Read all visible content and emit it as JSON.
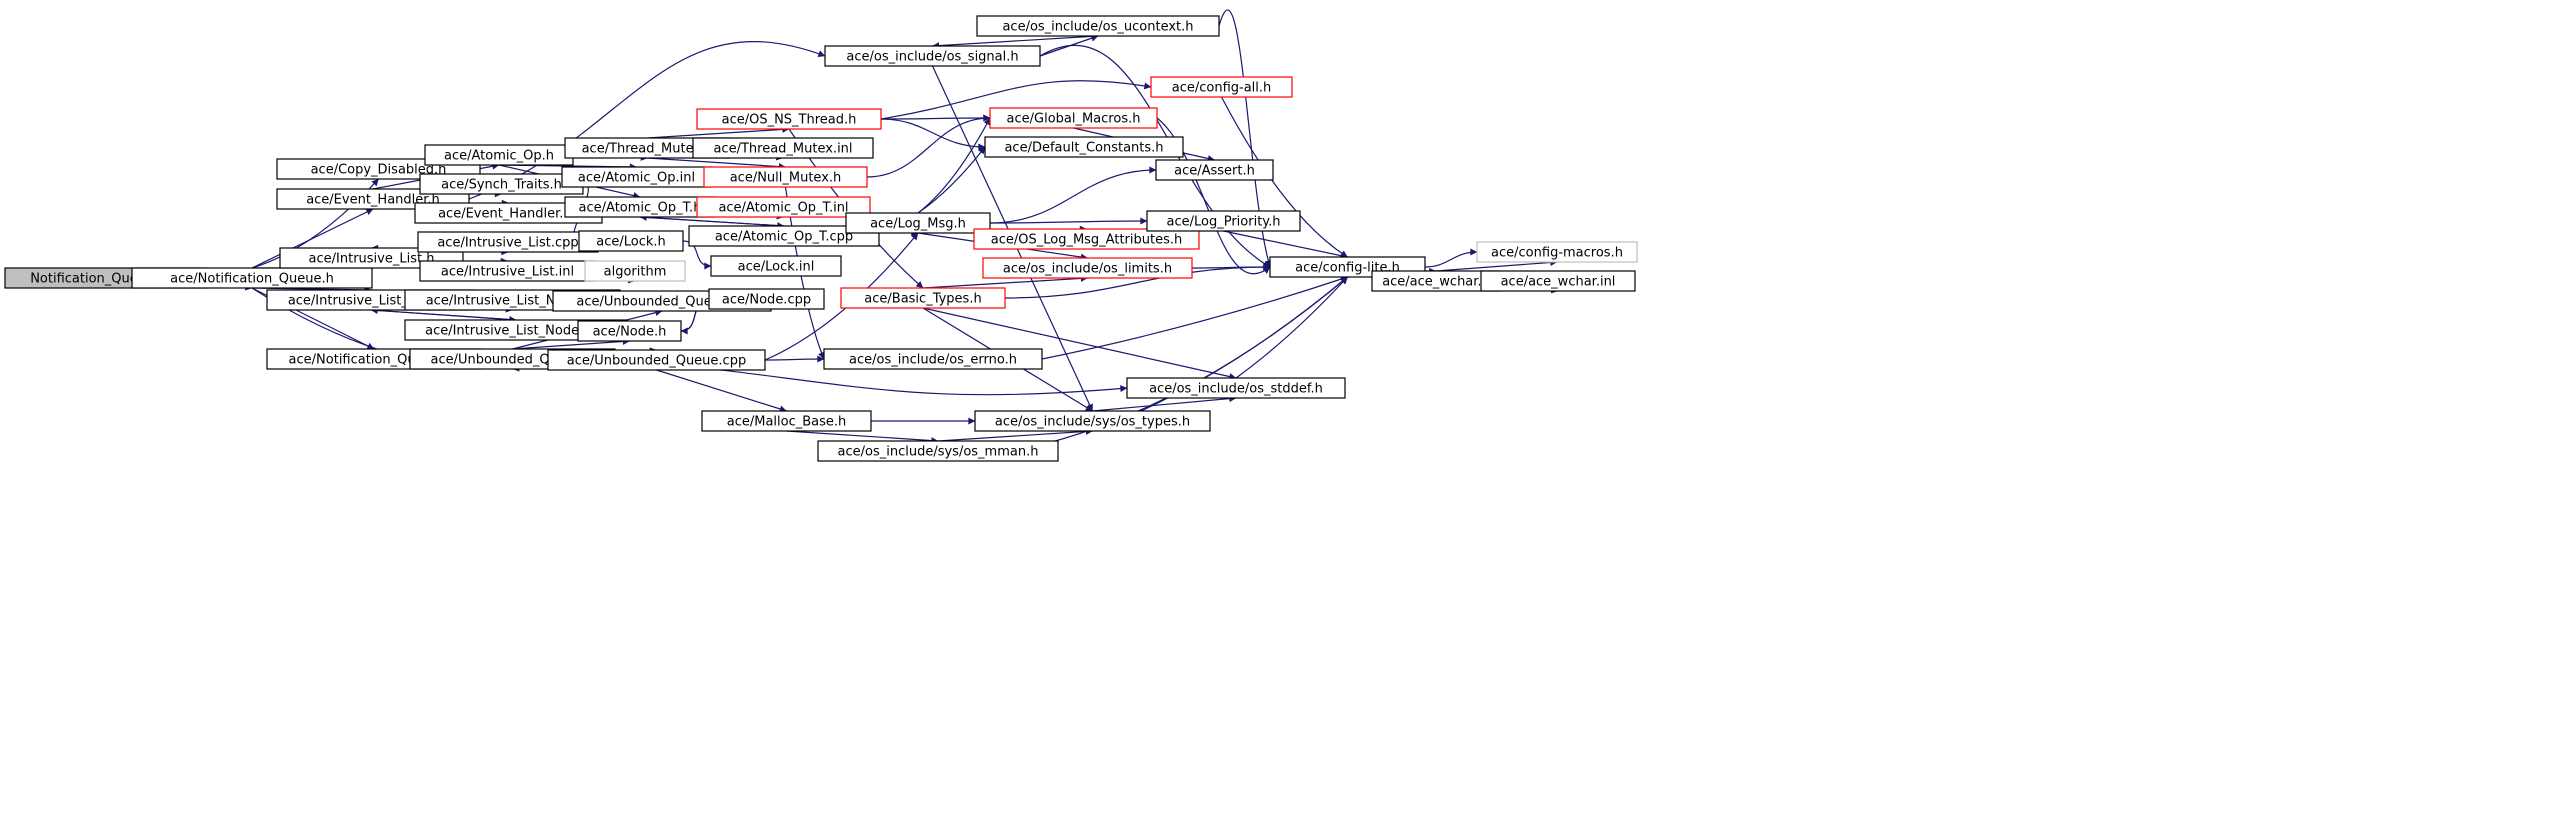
{
  "diagram": {
    "colors": {
      "edge": "#191970",
      "node_border": "#000000",
      "node_fill": "#ffffff",
      "root_fill": "#bfbfbf",
      "truncated_border": "#ff0000",
      "external_border": "#bfbfbf"
    },
    "nodes": [
      {
        "id": "notification_queue_cpp",
        "label": "Notification_Queue.cpp",
        "kind": "root"
      },
      {
        "id": "notification_queue_h",
        "label": "ace/Notification_Queue.h",
        "kind": "normal"
      },
      {
        "id": "copy_disabled_h",
        "label": "ace/Copy_Disabled.h",
        "kind": "normal"
      },
      {
        "id": "event_handler_h",
        "label": "ace/Event_Handler.h",
        "kind": "normal"
      },
      {
        "id": "intrusive_list_h",
        "label": "ace/Intrusive_List.h",
        "kind": "normal"
      },
      {
        "id": "intrusive_list_node_h",
        "label": "ace/Intrusive_List_Node.h",
        "kind": "normal"
      },
      {
        "id": "notification_queue_inl",
        "label": "ace/Notification_Queue.inl",
        "kind": "normal"
      },
      {
        "id": "atomic_op_h",
        "label": "ace/Atomic_Op.h",
        "kind": "normal"
      },
      {
        "id": "synch_traits_h",
        "label": "ace/Synch_Traits.h",
        "kind": "normal"
      },
      {
        "id": "event_handler_inl",
        "label": "ace/Event_Handler.inl",
        "kind": "normal"
      },
      {
        "id": "intrusive_list_cpp",
        "label": "ace/Intrusive_List.cpp",
        "kind": "normal"
      },
      {
        "id": "intrusive_list_inl",
        "label": "ace/Intrusive_List.inl",
        "kind": "normal"
      },
      {
        "id": "intrusive_list_node_inl",
        "label": "ace/Intrusive_List_Node.inl",
        "kind": "normal"
      },
      {
        "id": "intrusive_list_node_cpp",
        "label": "ace/Intrusive_List_Node.cpp",
        "kind": "normal"
      },
      {
        "id": "unbounded_queue_h",
        "label": "ace/Unbounded_Queue.h",
        "kind": "normal"
      },
      {
        "id": "os_signal_h",
        "label": "ace/os_include/os_signal.h",
        "kind": "normal"
      },
      {
        "id": "thread_mutex_h",
        "label": "ace/Thread_Mutex.h",
        "kind": "normal"
      },
      {
        "id": "atomic_op_inl",
        "label": "ace/Atomic_Op.inl",
        "kind": "normal"
      },
      {
        "id": "atomic_op_t_h",
        "label": "ace/Atomic_Op_T.h",
        "kind": "normal"
      },
      {
        "id": "lock_h",
        "label": "ace/Lock.h",
        "kind": "normal"
      },
      {
        "id": "algorithm",
        "label": "algorithm",
        "kind": "external"
      },
      {
        "id": "unbounded_queue_inl",
        "label": "ace/Unbounded_Queue.inl",
        "kind": "normal"
      },
      {
        "id": "node_h",
        "label": "ace/Node.h",
        "kind": "normal"
      },
      {
        "id": "unbounded_queue_cpp",
        "label": "ace/Unbounded_Queue.cpp",
        "kind": "normal"
      },
      {
        "id": "os_ns_thread_h",
        "label": "ace/OS_NS_Thread.h",
        "kind": "truncated"
      },
      {
        "id": "thread_mutex_inl",
        "label": "ace/Thread_Mutex.inl",
        "kind": "normal"
      },
      {
        "id": "null_mutex_h",
        "label": "ace/Null_Mutex.h",
        "kind": "truncated"
      },
      {
        "id": "atomic_op_t_inl",
        "label": "ace/Atomic_Op_T.inl",
        "kind": "truncated"
      },
      {
        "id": "atomic_op_t_cpp",
        "label": "ace/Atomic_Op_T.cpp",
        "kind": "normal"
      },
      {
        "id": "lock_inl",
        "label": "ace/Lock.inl",
        "kind": "normal"
      },
      {
        "id": "node_cpp",
        "label": "ace/Node.cpp",
        "kind": "normal"
      },
      {
        "id": "malloc_base_h",
        "label": "ace/Malloc_Base.h",
        "kind": "normal"
      },
      {
        "id": "os_ucontext_h",
        "label": "ace/os_include/os_ucontext.h",
        "kind": "normal"
      },
      {
        "id": "log_msg_h",
        "label": "ace/Log_Msg.h",
        "kind": "normal"
      },
      {
        "id": "basic_types_h",
        "label": "ace/Basic_Types.h",
        "kind": "truncated"
      },
      {
        "id": "os_errno_h",
        "label": "ace/os_include/os_errno.h",
        "kind": "normal"
      },
      {
        "id": "config_all_h",
        "label": "ace/config-all.h",
        "kind": "truncated"
      },
      {
        "id": "global_macros_h",
        "label": "ace/Global_Macros.h",
        "kind": "truncated"
      },
      {
        "id": "default_constants_h",
        "label": "ace/Default_Constants.h",
        "kind": "normal"
      },
      {
        "id": "os_log_msg_attributes_h",
        "label": "ace/OS_Log_Msg_Attributes.h",
        "kind": "truncated"
      },
      {
        "id": "os_limits_h",
        "label": "ace/os_include/os_limits.h",
        "kind": "truncated"
      },
      {
        "id": "os_sys_types_h",
        "label": "ace/os_include/sys/os_types.h",
        "kind": "normal"
      },
      {
        "id": "os_sys_mman_h",
        "label": "ace/os_include/sys/os_mman.h",
        "kind": "normal"
      },
      {
        "id": "assert_h",
        "label": "ace/Assert.h",
        "kind": "normal"
      },
      {
        "id": "log_priority_h",
        "label": "ace/Log_Priority.h",
        "kind": "normal"
      },
      {
        "id": "os_stddef_h",
        "label": "ace/os_include/os_stddef.h",
        "kind": "normal"
      },
      {
        "id": "config_lite_h",
        "label": "ace/config-lite.h",
        "kind": "normal"
      },
      {
        "id": "ace_wchar_h",
        "label": "ace/ace_wchar.h",
        "kind": "normal"
      },
      {
        "id": "config_macros_h",
        "label": "ace/config-macros.h",
        "kind": "external"
      },
      {
        "id": "ace_wchar_inl",
        "label": "ace/ace_wchar.inl",
        "kind": "normal"
      }
    ],
    "edges": [
      {
        "from": "notification_queue_cpp",
        "to": "notification_queue_h"
      },
      {
        "from": "notification_queue_h",
        "to": "copy_disabled_h"
      },
      {
        "from": "notification_queue_h",
        "to": "event_handler_h"
      },
      {
        "from": "notification_queue_h",
        "to": "intrusive_list_h"
      },
      {
        "from": "notification_queue_h",
        "to": "intrusive_list_node_h"
      },
      {
        "from": "notification_queue_h",
        "to": "notification_queue_inl"
      },
      {
        "from": "notification_queue_h",
        "to": "unbounded_queue_h"
      },
      {
        "from": "event_handler_h",
        "to": "atomic_op_h"
      },
      {
        "from": "event_handler_h",
        "to": "synch_traits_h"
      },
      {
        "from": "event_handler_h",
        "to": "event_handler_inl"
      },
      {
        "from": "event_handler_h",
        "to": "os_signal_h"
      },
      {
        "from": "intrusive_list_h",
        "to": "intrusive_list_cpp"
      },
      {
        "from": "intrusive_list_cpp",
        "to": "intrusive_list_h"
      },
      {
        "from": "intrusive_list_h",
        "to": "intrusive_list_inl"
      },
      {
        "from": "intrusive_list_inl",
        "to": "algorithm"
      },
      {
        "from": "intrusive_list_node_h",
        "to": "intrusive_list_node_inl"
      },
      {
        "from": "intrusive_list_node_h",
        "to": "intrusive_list_node_cpp"
      },
      {
        "from": "intrusive_list_node_cpp",
        "to": "intrusive_list_node_h"
      },
      {
        "from": "atomic_op_h",
        "to": "thread_mutex_h"
      },
      {
        "from": "atomic_op_h",
        "to": "atomic_op_inl"
      },
      {
        "from": "atomic_op_h",
        "to": "atomic_op_t_h"
      },
      {
        "from": "synch_traits_h",
        "to": "lock_h"
      },
      {
        "from": "lock_h",
        "to": "lock_inl"
      },
      {
        "from": "thread_mutex_h",
        "to": "os_ns_thread_h"
      },
      {
        "from": "thread_mutex_h",
        "to": "thread_mutex_inl"
      },
      {
        "from": "thread_mutex_h",
        "to": "null_mutex_h"
      },
      {
        "from": "atomic_op_t_h",
        "to": "atomic_op_t_inl"
      },
      {
        "from": "atomic_op_t_h",
        "to": "atomic_op_t_cpp"
      },
      {
        "from": "atomic_op_t_cpp",
        "to": "atomic_op_t_h"
      },
      {
        "from": "atomic_op_t_cpp",
        "to": "log_msg_h"
      },
      {
        "from": "unbounded_queue_h",
        "to": "unbounded_queue_inl"
      },
      {
        "from": "unbounded_queue_h",
        "to": "node_h"
      },
      {
        "from": "unbounded_queue_h",
        "to": "unbounded_queue_cpp"
      },
      {
        "from": "unbounded_queue_cpp",
        "to": "unbounded_queue_h"
      },
      {
        "from": "unbounded_queue_h",
        "to": "os_stddef_h"
      },
      {
        "from": "node_h",
        "to": "node_cpp"
      },
      {
        "from": "node_cpp",
        "to": "node_h"
      },
      {
        "from": "unbounded_queue_cpp",
        "to": "malloc_base_h"
      },
      {
        "from": "unbounded_queue_cpp",
        "to": "log_msg_h"
      },
      {
        "from": "unbounded_queue_cpp",
        "to": "os_errno_h"
      },
      {
        "from": "os_signal_h",
        "to": "os_ucontext_h"
      },
      {
        "from": "os_ucontext_h",
        "to": "os_signal_h"
      },
      {
        "from": "os_signal_h",
        "to": "config_lite_h"
      },
      {
        "from": "os_signal_h",
        "to": "os_sys_types_h"
      },
      {
        "from": "os_ucontext_h",
        "to": "config_lite_h"
      },
      {
        "from": "os_ns_thread_h",
        "to": "config_all_h"
      },
      {
        "from": "os_ns_thread_h",
        "to": "global_macros_h"
      },
      {
        "from": "os_ns_thread_h",
        "to": "default_constants_h"
      },
      {
        "from": "os_ns_thread_h",
        "to": "basic_types_h"
      },
      {
        "from": "null_mutex_h",
        "to": "global_macros_h"
      },
      {
        "from": "null_mutex_h",
        "to": "os_errno_h"
      },
      {
        "from": "log_msg_h",
        "to": "global_macros_h"
      },
      {
        "from": "log_msg_h",
        "to": "default_constants_h"
      },
      {
        "from": "log_msg_h",
        "to": "assert_h"
      },
      {
        "from": "log_msg_h",
        "to": "log_priority_h"
      },
      {
        "from": "log_msg_h",
        "to": "os_log_msg_attributes_h"
      },
      {
        "from": "log_msg_h",
        "to": "os_limits_h"
      },
      {
        "from": "config_all_h",
        "to": "config_lite_h"
      },
      {
        "from": "global_macros_h",
        "to": "assert_h"
      },
      {
        "from": "global_macros_h",
        "to": "config_lite_h"
      },
      {
        "from": "basic_types_h",
        "to": "os_limits_h"
      },
      {
        "from": "basic_types_h",
        "to": "config_lite_h"
      },
      {
        "from": "basic_types_h",
        "to": "os_sys_types_h"
      },
      {
        "from": "basic_types_h",
        "to": "os_stddef_h"
      },
      {
        "from": "os_errno_h",
        "to": "config_lite_h"
      },
      {
        "from": "os_limits_h",
        "to": "config_lite_h"
      },
      {
        "from": "log_priority_h",
        "to": "config_lite_h"
      },
      {
        "from": "malloc_base_h",
        "to": "os_sys_types_h"
      },
      {
        "from": "malloc_base_h",
        "to": "os_sys_mman_h"
      },
      {
        "from": "os_sys_mman_h",
        "to": "os_sys_types_h"
      },
      {
        "from": "os_sys_mman_h",
        "to": "config_lite_h"
      },
      {
        "from": "os_sys_types_h",
        "to": "os_stddef_h"
      },
      {
        "from": "os_sys_types_h",
        "to": "config_lite_h"
      },
      {
        "from": "os_stddef_h",
        "to": "config_lite_h"
      },
      {
        "from": "config_lite_h",
        "to": "ace_wchar_h"
      },
      {
        "from": "config_lite_h",
        "to": "config_macros_h"
      },
      {
        "from": "ace_wchar_h",
        "to": "config_macros_h"
      },
      {
        "from": "ace_wchar_h",
        "to": "ace_wchar_inl"
      }
    ]
  }
}
